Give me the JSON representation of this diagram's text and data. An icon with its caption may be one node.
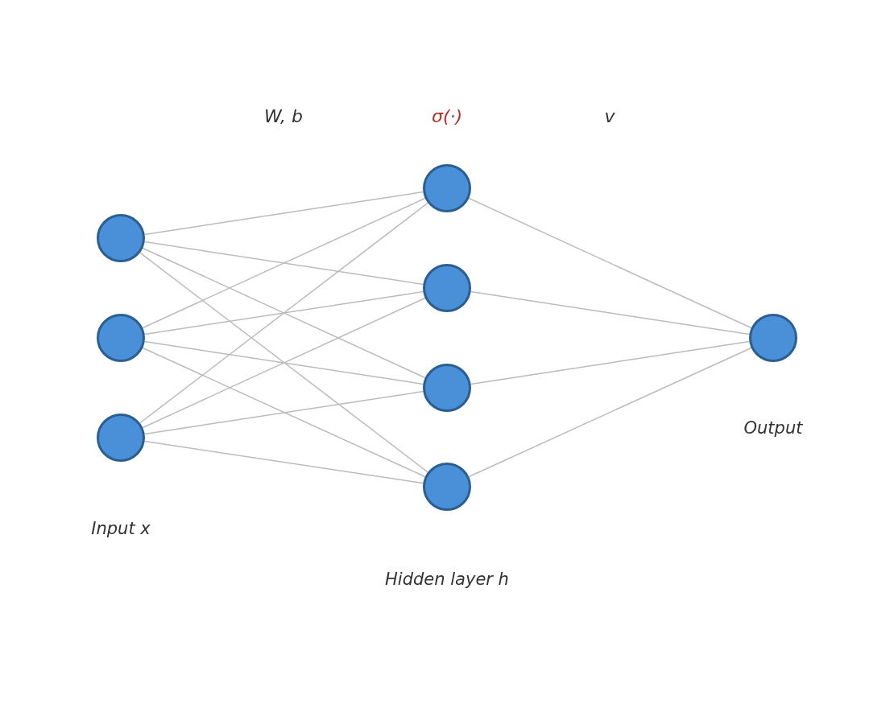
{
  "diagram": {
    "nodes": [
      {
        "text": [],
        "shape": "circle"
      },
      {
        "text": [],
        "shape": "circle"
      },
      {
        "text": [],
        "shape": "circle"
      },
      {
        "text": [],
        "shape": "circle"
      },
      {
        "text": [],
        "shape": "circle"
      },
      {
        "text": [],
        "shape": "circle"
      },
      {
        "text": [],
        "shape": "circle"
      },
      {
        "text": [],
        "shape": "circle",
        "beside": [
          "Output"
        ]
      }
    ],
    "edges": [
      {
        "from": 0,
        "to": 3,
        "arrow": "none"
      },
      {
        "from": 0,
        "to": 4,
        "arrow": "none"
      },
      {
        "from": 0,
        "to": 5,
        "arrow": "none"
      },
      {
        "from": 0,
        "to": 6,
        "arrow": "none"
      },
      {
        "from": 1,
        "to": 3,
        "arrow": "none"
      },
      {
        "from": 1,
        "to": 4,
        "arrow": "none"
      },
      {
        "from": 1,
        "to": 5,
        "arrow": "none"
      },
      {
        "from": 1,
        "to": 6,
        "arrow": "none"
      },
      {
        "from": 2,
        "to": 3,
        "arrow": "none"
      },
      {
        "from": 2,
        "to": 4,
        "arrow": "none"
      },
      {
        "from": 2,
        "to": 5,
        "arrow": "none"
      },
      {
        "from": 2,
        "to": 6,
        "arrow": "none"
      },
      {
        "from": 3,
        "to": 7,
        "arrow": "none"
      },
      {
        "from": 4,
        "to": 7,
        "arrow": "none"
      },
      {
        "from": 5,
        "to": 7,
        "arrow": "none"
      },
      {
        "from": 6,
        "to": 7,
        "arrow": "none"
      }
    ],
    "labels": [
      "W, b",
      "σ(·)",
      "v",
      "Input x",
      "Hidden layer h"
    ]
  }
}
